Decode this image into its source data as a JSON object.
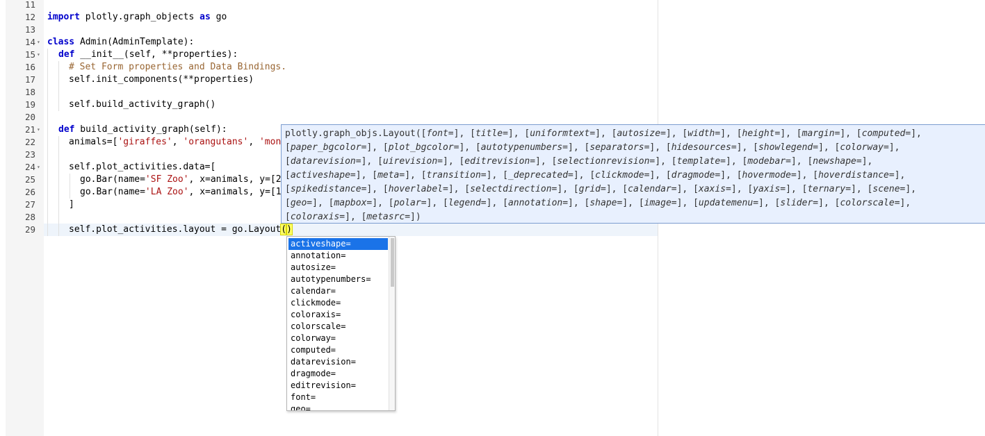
{
  "gutter": {
    "line_numbers": [
      "11",
      "12",
      "13",
      "14",
      "15",
      "16",
      "17",
      "18",
      "19",
      "20",
      "21",
      "22",
      "23",
      "24",
      "25",
      "26",
      "27",
      "28",
      "29"
    ],
    "fold_markers": [
      "▾",
      "▾",
      "▾",
      "▾"
    ]
  },
  "code": {
    "l12": {
      "kw": "import",
      "rest": " plotly.graph_objects ",
      "kw2": "as",
      "rest2": " go"
    },
    "l14": {
      "kw": "class",
      "rest": " Admin(AdminTemplate):"
    },
    "l15": {
      "kw": "def",
      "rest": " __init__(self, **properties):"
    },
    "l16": {
      "comment": "# Set Form properties and Data Bindings."
    },
    "l17": {
      "text": "self.init_components(**properties)"
    },
    "l19": {
      "text": "self.build_activity_graph()"
    },
    "l21": {
      "kw": "def",
      "rest": " build_activity_graph(self):"
    },
    "l22": {
      "pre": "animals=[",
      "s1": "'giraffes'",
      "sep1": ", ",
      "s2": "'orangutans'",
      "sep2": ", ",
      "s3": "'mon"
    },
    "l24": {
      "text": "self.plot_activities.data=["
    },
    "l25": {
      "pre": "go.Bar(name=",
      "str": "'SF Zoo'",
      "post": ", x=animals, y=[2"
    },
    "l26": {
      "pre": "go.Bar(name=",
      "str": "'LA Zoo'",
      "post": ", x=animals, y=[1"
    },
    "l27": {
      "text": "]"
    },
    "l29": {
      "pre": "self.plot_activities.layout = go.Layout",
      "open": "(",
      "close": ")"
    }
  },
  "tooltip": {
    "head": "plotly.graph_objs.Layout(",
    "lines": [
      [
        "font=",
        "title=",
        "uniformtext=",
        "autosize=",
        "width=",
        "height=",
        "margin=",
        "computed="
      ],
      [
        "paper_bgcolor=",
        "plot_bgcolor=",
        "autotypenumbers=",
        "separators=",
        "hidesources=",
        "showlegend=",
        "colorway="
      ],
      [
        "datarevision=",
        "uirevision=",
        "editrevision=",
        "selectionrevision=",
        "template=",
        "modebar=",
        "newshape="
      ],
      [
        "activeshape=",
        "meta=",
        "transition=",
        "_deprecated=",
        "clickmode=",
        "dragmode=",
        "hovermode=",
        "hoverdistance="
      ],
      [
        "spikedistance=",
        "hoverlabel=",
        "selectdirection=",
        "grid=",
        "calendar=",
        "xaxis=",
        "yaxis=",
        "ternary=",
        "scene="
      ],
      [
        "geo=",
        "mapbox=",
        "polar=",
        "legend=",
        "annotation=",
        "shape=",
        "image=",
        "updatemenu=",
        "slider=",
        "colorscale="
      ],
      [
        "coloraxis=",
        "metasrc="
      ]
    ],
    "tail": ")"
  },
  "autocomplete": {
    "items": [
      "activeshape=",
      "annotation=",
      "autosize=",
      "autotypenumbers=",
      "calendar=",
      "clickmode=",
      "coloraxis=",
      "colorscale=",
      "colorway=",
      "computed=",
      "datarevision=",
      "dragmode=",
      "editrevision=",
      "font=",
      "geo="
    ],
    "selected_index": 0
  }
}
